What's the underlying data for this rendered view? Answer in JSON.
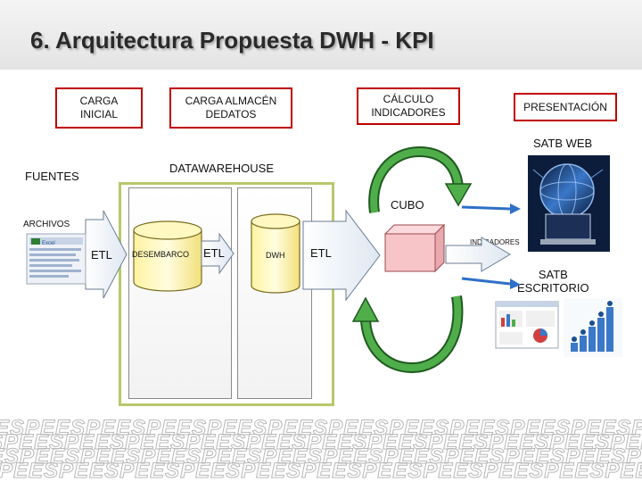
{
  "title": "6. Arquitectura Propuesta DWH - KPI",
  "stages": {
    "carga_inicial": "CARGA\nINICIAL",
    "carga_almacen": "CARGA ALMACÉN\nDEDATOS",
    "calculo": "CÁLCULO\nINDICADORES",
    "presentacion": "PRESENTACIÓN"
  },
  "sections": {
    "fuentes": "FUENTES",
    "datawarehouse": "DATAWAREHOUSE",
    "archivos": "ARCHIVOS",
    "cubo": "CUBO",
    "indicadores": "INDICADORES",
    "satb_web": "SATB WEB",
    "satb_escritorio": "SATB\nESCRITORIO"
  },
  "nodes": {
    "etl_1": "ETL",
    "desembarco": "DESEMBARCO",
    "etl_2": "ETL",
    "dwh": "DWH",
    "etl_3": "ETL",
    "excel_icon_label": "Excel"
  },
  "watermark": {
    "text": "ESPE"
  },
  "colors": {
    "stage_border": "#c00000",
    "dw_border": "#b7c96a",
    "arrow_fill": "#2f6fc7",
    "cycle_arrow": "#3d8f3a",
    "cube_fill": "#f7c5c8",
    "db_fill": "#fff9b8"
  }
}
